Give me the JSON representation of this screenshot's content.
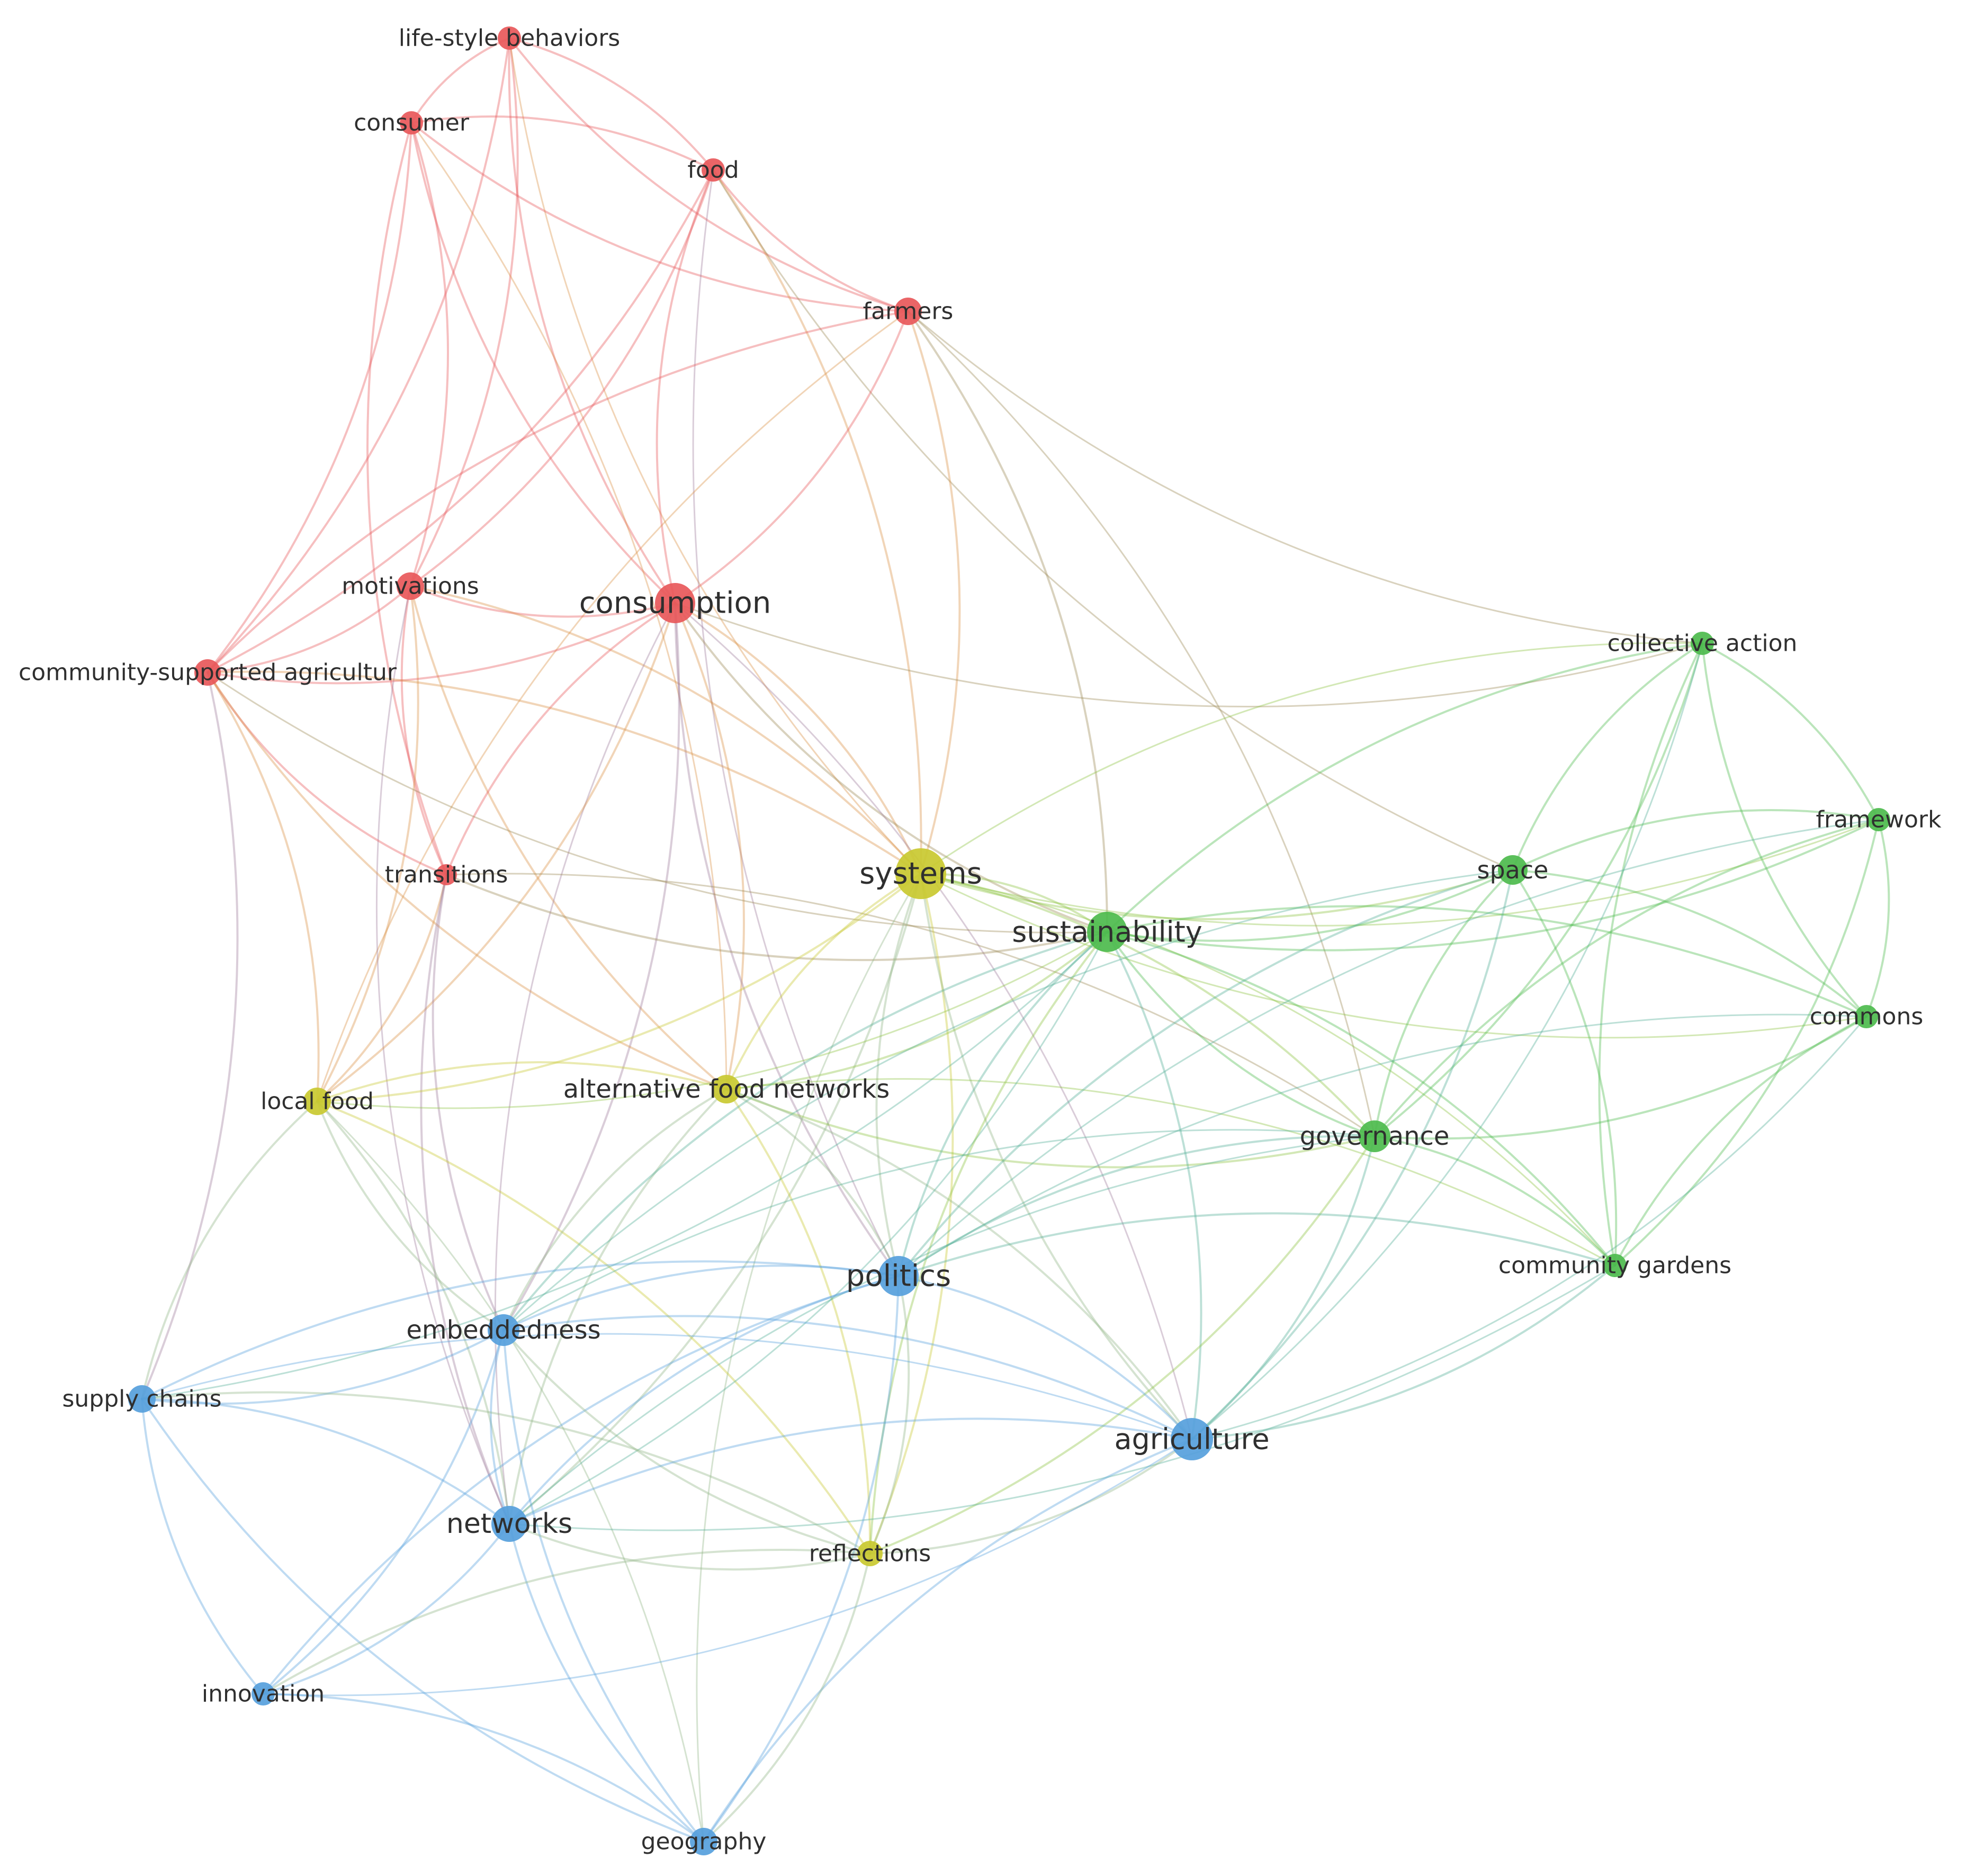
{
  "clusters": {
    "red": "#e8585a",
    "green": "#4dbb4d",
    "blue": "#56a0dc",
    "yellow": "#c9c930"
  },
  "nodes": [
    {
      "id": "life-style behaviors",
      "label": "life-style behaviors",
      "cluster": "red"
    },
    {
      "id": "consumer",
      "label": "consumer",
      "cluster": "red"
    },
    {
      "id": "food",
      "label": "food",
      "cluster": "red"
    },
    {
      "id": "farmers",
      "label": "farmers",
      "cluster": "red"
    },
    {
      "id": "motivations",
      "label": "motivations",
      "cluster": "red"
    },
    {
      "id": "consumption",
      "label": "consumption",
      "cluster": "red"
    },
    {
      "id": "community-supported agricultur",
      "label": "community-supported agricultur",
      "cluster": "red"
    },
    {
      "id": "transitions",
      "label": "transitions",
      "cluster": "red"
    },
    {
      "id": "systems",
      "label": "systems",
      "cluster": "yellow"
    },
    {
      "id": "local food",
      "label": "local food",
      "cluster": "yellow"
    },
    {
      "id": "alternative food networks",
      "label": "alternative food networks",
      "cluster": "yellow"
    },
    {
      "id": "reflections",
      "label": "reflections",
      "cluster": "yellow"
    },
    {
      "id": "sustainability",
      "label": "sustainability",
      "cluster": "green"
    },
    {
      "id": "collective action",
      "label": "collective action",
      "cluster": "green"
    },
    {
      "id": "framework",
      "label": "framework",
      "cluster": "green"
    },
    {
      "id": "space",
      "label": "space",
      "cluster": "green"
    },
    {
      "id": "commons",
      "label": "commons",
      "cluster": "green"
    },
    {
      "id": "governance",
      "label": "governance",
      "cluster": "green"
    },
    {
      "id": "community gardens",
      "label": "community gardens",
      "cluster": "green"
    },
    {
      "id": "politics",
      "label": "politics",
      "cluster": "blue"
    },
    {
      "id": "embeddedness",
      "label": "embeddedness",
      "cluster": "blue"
    },
    {
      "id": "supply chains",
      "label": "supply chains",
      "cluster": "blue"
    },
    {
      "id": "agriculture",
      "label": "agriculture",
      "cluster": "blue"
    },
    {
      "id": "networks",
      "label": "networks",
      "cluster": "blue"
    },
    {
      "id": "innovation",
      "label": "innovation",
      "cluster": "blue"
    },
    {
      "id": "geography",
      "label": "geography",
      "cluster": "blue"
    }
  ],
  "edges": [
    [
      "life-style behaviors",
      "consumer"
    ],
    [
      "life-style behaviors",
      "food"
    ],
    [
      "life-style behaviors",
      "farmers"
    ],
    [
      "life-style behaviors",
      "motivations"
    ],
    [
      "life-style behaviors",
      "consumption"
    ],
    [
      "life-style behaviors",
      "community-supported agricultur"
    ],
    [
      "life-style behaviors",
      "systems"
    ],
    [
      "consumer",
      "food"
    ],
    [
      "consumer",
      "farmers"
    ],
    [
      "consumer",
      "motivations"
    ],
    [
      "consumer",
      "consumption"
    ],
    [
      "consumer",
      "community-supported agricultur"
    ],
    [
      "consumer",
      "transitions"
    ],
    [
      "consumer",
      "alternative food networks"
    ],
    [
      "food",
      "farmers"
    ],
    [
      "food",
      "motivations"
    ],
    [
      "food",
      "consumption"
    ],
    [
      "food",
      "systems"
    ],
    [
      "food",
      "politics"
    ],
    [
      "food",
      "community-supported agricultur"
    ],
    [
      "food",
      "space"
    ],
    [
      "farmers",
      "consumption"
    ],
    [
      "farmers",
      "community-supported agricultur"
    ],
    [
      "farmers",
      "sustainability"
    ],
    [
      "farmers",
      "collective action"
    ],
    [
      "farmers",
      "systems"
    ],
    [
      "farmers",
      "local food"
    ],
    [
      "farmers",
      "governance"
    ],
    [
      "motivations",
      "consumption"
    ],
    [
      "motivations",
      "community-supported agricultur"
    ],
    [
      "motivations",
      "transitions"
    ],
    [
      "motivations",
      "systems"
    ],
    [
      "motivations",
      "alternative food networks"
    ],
    [
      "motivations",
      "local food"
    ],
    [
      "motivations",
      "networks"
    ],
    [
      "consumption",
      "community-supported agricultur"
    ],
    [
      "consumption",
      "transitions"
    ],
    [
      "consumption",
      "systems"
    ],
    [
      "consumption",
      "sustainability"
    ],
    [
      "consumption",
      "alternative food networks"
    ],
    [
      "consumption",
      "politics"
    ],
    [
      "consumption",
      "agriculture"
    ],
    [
      "consumption",
      "networks"
    ],
    [
      "consumption",
      "embeddedness"
    ],
    [
      "consumption",
      "collective action"
    ],
    [
      "consumption",
      "local food"
    ],
    [
      "community-supported agricultur",
      "transitions"
    ],
    [
      "community-supported agricultur",
      "local food"
    ],
    [
      "community-supported agricultur",
      "alternative food networks"
    ],
    [
      "community-supported agricultur",
      "systems"
    ],
    [
      "community-supported agricultur",
      "sustainability"
    ],
    [
      "community-supported agricultur",
      "supply chains"
    ],
    [
      "transitions",
      "sustainability"
    ],
    [
      "transitions",
      "local food"
    ],
    [
      "transitions",
      "networks"
    ],
    [
      "transitions",
      "governance"
    ],
    [
      "transitions",
      "embeddedness"
    ],
    [
      "systems",
      "sustainability"
    ],
    [
      "systems",
      "alternative food networks"
    ],
    [
      "systems",
      "local food"
    ],
    [
      "systems",
      "politics"
    ],
    [
      "systems",
      "reflections"
    ],
    [
      "systems",
      "space"
    ],
    [
      "systems",
      "collective action"
    ],
    [
      "systems",
      "framework"
    ],
    [
      "systems",
      "governance"
    ],
    [
      "systems",
      "agriculture"
    ],
    [
      "systems",
      "networks"
    ],
    [
      "systems",
      "commons"
    ],
    [
      "systems",
      "community gardens"
    ],
    [
      "systems",
      "geography"
    ],
    [
      "local food",
      "alternative food networks"
    ],
    [
      "local food",
      "sustainability"
    ],
    [
      "local food",
      "reflections"
    ],
    [
      "local food",
      "embeddedness"
    ],
    [
      "local food",
      "networks"
    ],
    [
      "local food",
      "supply chains"
    ],
    [
      "local food",
      "geography"
    ],
    [
      "alternative food networks",
      "sustainability"
    ],
    [
      "alternative food networks",
      "politics"
    ],
    [
      "alternative food networks",
      "embeddedness"
    ],
    [
      "alternative food networks",
      "reflections"
    ],
    [
      "alternative food networks",
      "governance"
    ],
    [
      "alternative food networks",
      "agriculture"
    ],
    [
      "alternative food networks",
      "networks"
    ],
    [
      "alternative food networks",
      "community gardens"
    ],
    [
      "sustainability",
      "space"
    ],
    [
      "sustainability",
      "collective action"
    ],
    [
      "sustainability",
      "framework"
    ],
    [
      "sustainability",
      "commons"
    ],
    [
      "sustainability",
      "governance"
    ],
    [
      "sustainability",
      "community gardens"
    ],
    [
      "sustainability",
      "politics"
    ],
    [
      "sustainability",
      "agriculture"
    ],
    [
      "sustainability",
      "embeddedness"
    ],
    [
      "sustainability",
      "networks"
    ],
    [
      "sustainability",
      "reflections"
    ],
    [
      "sustainability",
      "supply chains"
    ],
    [
      "collective action",
      "space"
    ],
    [
      "collective action",
      "framework"
    ],
    [
      "collective action",
      "commons"
    ],
    [
      "collective action",
      "governance"
    ],
    [
      "collective action",
      "community gardens"
    ],
    [
      "collective action",
      "agriculture"
    ],
    [
      "framework",
      "space"
    ],
    [
      "framework",
      "commons"
    ],
    [
      "framework",
      "governance"
    ],
    [
      "framework",
      "community gardens"
    ],
    [
      "framework",
      "politics"
    ],
    [
      "space",
      "commons"
    ],
    [
      "space",
      "governance"
    ],
    [
      "space",
      "community gardens"
    ],
    [
      "space",
      "politics"
    ],
    [
      "space",
      "agriculture"
    ],
    [
      "space",
      "embeddedness"
    ],
    [
      "commons",
      "governance"
    ],
    [
      "commons",
      "community gardens"
    ],
    [
      "commons",
      "agriculture"
    ],
    [
      "commons",
      "politics"
    ],
    [
      "governance",
      "community gardens"
    ],
    [
      "governance",
      "politics"
    ],
    [
      "governance",
      "agriculture"
    ],
    [
      "governance",
      "embeddedness"
    ],
    [
      "governance",
      "reflections"
    ],
    [
      "governance",
      "networks"
    ],
    [
      "community gardens",
      "agriculture"
    ],
    [
      "community gardens",
      "politics"
    ],
    [
      "community gardens",
      "networks"
    ],
    [
      "politics",
      "embeddedness"
    ],
    [
      "politics",
      "agriculture"
    ],
    [
      "politics",
      "networks"
    ],
    [
      "politics",
      "reflections"
    ],
    [
      "politics",
      "supply chains"
    ],
    [
      "politics",
      "geography"
    ],
    [
      "politics",
      "innovation"
    ],
    [
      "embeddedness",
      "supply chains"
    ],
    [
      "embeddedness",
      "networks"
    ],
    [
      "embeddedness",
      "agriculture"
    ],
    [
      "embeddedness",
      "reflections"
    ],
    [
      "embeddedness",
      "innovation"
    ],
    [
      "embeddedness",
      "geography"
    ],
    [
      "supply chains",
      "networks"
    ],
    [
      "supply chains",
      "innovation"
    ],
    [
      "supply chains",
      "agriculture"
    ],
    [
      "supply chains",
      "geography"
    ],
    [
      "supply chains",
      "reflections"
    ],
    [
      "agriculture",
      "networks"
    ],
    [
      "agriculture",
      "reflections"
    ],
    [
      "agriculture",
      "geography"
    ],
    [
      "agriculture",
      "innovation"
    ],
    [
      "networks",
      "reflections"
    ],
    [
      "networks",
      "innovation"
    ],
    [
      "networks",
      "geography"
    ],
    [
      "reflections",
      "geography"
    ],
    [
      "reflections",
      "innovation"
    ],
    [
      "innovation",
      "geography"
    ]
  ]
}
